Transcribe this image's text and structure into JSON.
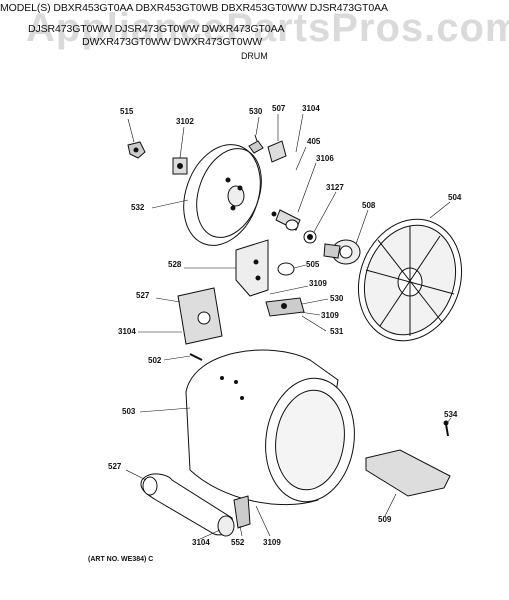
{
  "header": {
    "models_line1": "MODEL(S) DBXR453GT0AA DBXR453GT0WB DBXR453GT0WW DJSR473GT0AA",
    "models_line2": "DJSR473GT0WW DJSR473GT0WW DWXR473GT0AA",
    "models_line3": "DWXR473GT0WW DWXR473GT0WW",
    "section": "DRUM"
  },
  "watermark": "AppliancePartsPros.com",
  "art_no": "(ART NO. WE384) C",
  "callouts": [
    {
      "id": "515",
      "text": "515"
    },
    {
      "id": "530a",
      "text": "530"
    },
    {
      "id": "507",
      "text": "507"
    },
    {
      "id": "3104a",
      "text": "3104"
    },
    {
      "id": "3102",
      "text": "3102"
    },
    {
      "id": "405",
      "text": "405"
    },
    {
      "id": "3106",
      "text": "3106"
    },
    {
      "id": "3127",
      "text": "3127"
    },
    {
      "id": "508",
      "text": "508"
    },
    {
      "id": "504",
      "text": "504"
    },
    {
      "id": "532",
      "text": "532"
    },
    {
      "id": "528",
      "text": "528"
    },
    {
      "id": "505",
      "text": "505"
    },
    {
      "id": "3109a",
      "text": "3109"
    },
    {
      "id": "527a",
      "text": "527"
    },
    {
      "id": "530b",
      "text": "530"
    },
    {
      "id": "3109b",
      "text": "3109"
    },
    {
      "id": "3104b",
      "text": "3104"
    },
    {
      "id": "531",
      "text": "531"
    },
    {
      "id": "502",
      "text": "502"
    },
    {
      "id": "503",
      "text": "503"
    },
    {
      "id": "534",
      "text": "534"
    },
    {
      "id": "527b",
      "text": "527"
    },
    {
      "id": "509",
      "text": "509"
    },
    {
      "id": "3104c",
      "text": "3104"
    },
    {
      "id": "552",
      "text": "552"
    },
    {
      "id": "3109c",
      "text": "3109"
    }
  ]
}
